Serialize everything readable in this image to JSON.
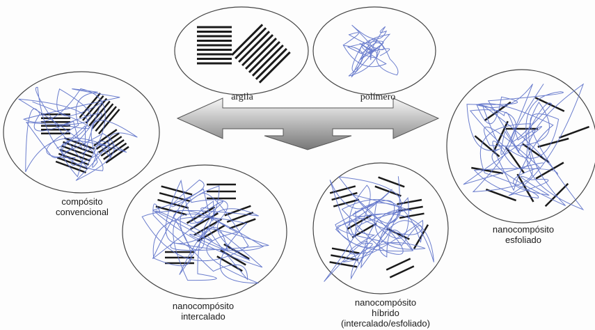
{
  "labels": {
    "argila": "argila",
    "polimero": "polímero",
    "composito_line1": "compósito",
    "composito_line2": "convencional",
    "intercalado_line1": "nanocompósito",
    "intercalado_line2": "intercalado",
    "hibrido_line1": "nanocompósito",
    "hibrido_line2": "híbrido",
    "hibrido_line3": "(intercalado/esfoliado)",
    "esfoliado_line1": "nanocompósito",
    "esfoliado_line2": "esfoliado"
  },
  "colors": {
    "ellipse_stroke": "#444444",
    "clay_layer": "#1a1a1a",
    "polymer": "#5a6fc8",
    "arrow_light": "#f4f4f4",
    "arrow_dark": "#7a7a7a"
  }
}
